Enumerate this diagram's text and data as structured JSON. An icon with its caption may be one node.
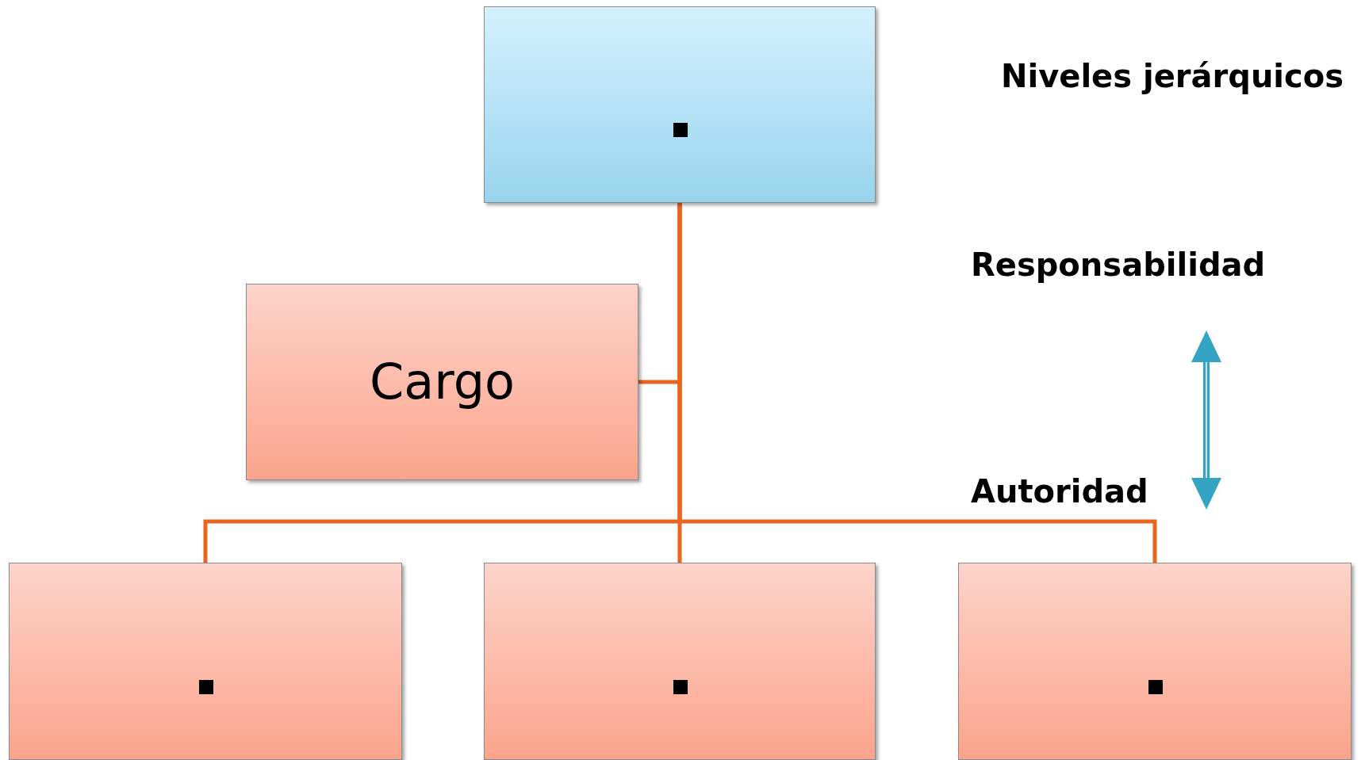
{
  "diagram": {
    "nodes": [
      {
        "text": [],
        "shape": "box"
      },
      {
        "text": [
          "Cargo"
        ]
      },
      {
        "text": [],
        "shape": "box"
      },
      {
        "text": [],
        "shape": "box"
      },
      {
        "text": [],
        "shape": "box"
      }
    ],
    "edges": [
      {
        "from": 0,
        "to": 1,
        "arrow": "none"
      },
      {
        "from": 0,
        "to": 2,
        "arrow": "none"
      },
      {
        "from": 0,
        "to": 3,
        "arrow": "none"
      },
      {
        "from": 0,
        "to": 4,
        "arrow": "none"
      }
    ],
    "labels": [
      "Niveles jerárquicos",
      "Responsabilidad",
      "Autoridad"
    ]
  }
}
